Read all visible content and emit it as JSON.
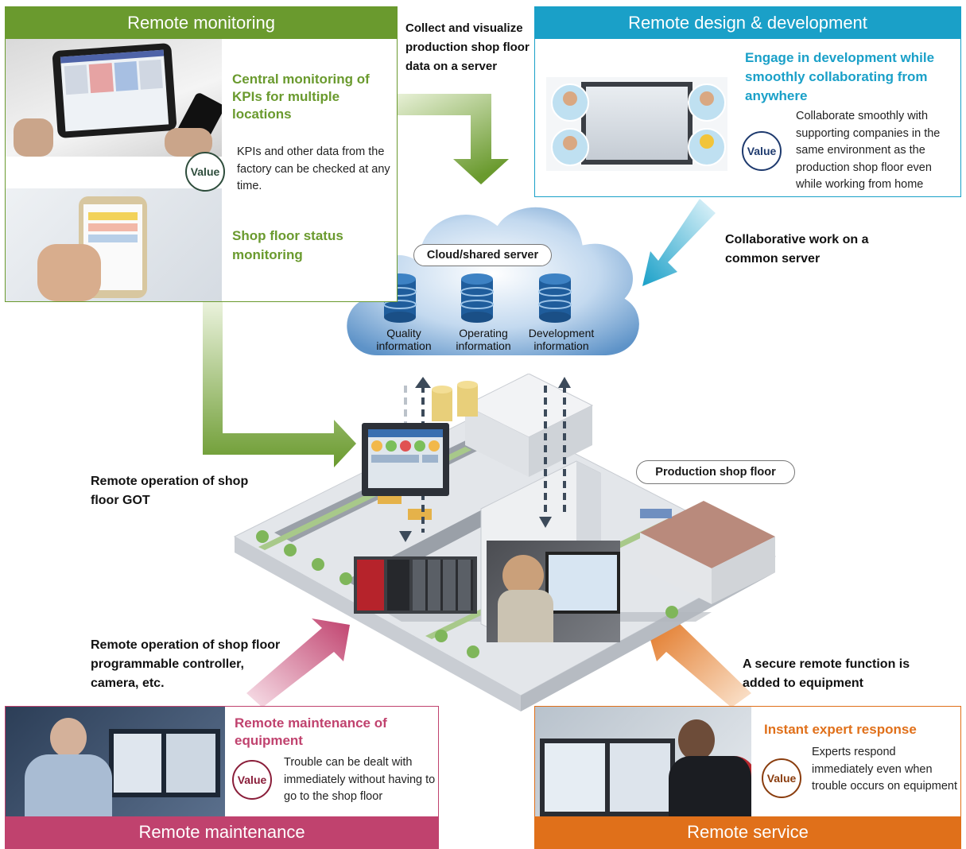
{
  "remote_monitoring": {
    "title": "Remote monitoring",
    "heading1": "Central monitoring of KPIs for multiple locations",
    "value_badge": "Value",
    "value_text": "KPIs and other data from the factory can be checked at any time.",
    "heading2": "Shop floor status monitoring",
    "color": "#6a9a2e"
  },
  "remote_design": {
    "title": "Remote design & development",
    "heading": "Engage in development while smoothly collaborating from anywhere",
    "value_badge": "Value",
    "value_text": "Collaborate smoothly with supporting companies in the same environment as the production shop floor even while working from home",
    "color": "#1aa0c8"
  },
  "remote_maintenance": {
    "title": "Remote maintenance",
    "heading": "Remote maintenance of equipment",
    "value_badge": "Value",
    "value_text": "Trouble can be dealt with immediately without having to go to the shop floor",
    "color": "#c0426e"
  },
  "remote_service": {
    "title": "Remote service",
    "heading": "Instant expert response",
    "value_badge": "Value",
    "value_text": "Experts respond immediately even when trouble occurs on equipment",
    "color": "#e0701a"
  },
  "labels": {
    "collect": "Collect and visualize production shop floor data on a server",
    "collaborative": "Collaborative work on a common server",
    "got": "Remote operation of shop floor GOT",
    "plc": "Remote operation of shop floor programmable controller, camera, etc.",
    "secure": "A secure remote function is added to equipment"
  },
  "cloud": {
    "title": "Cloud/shared server",
    "databases": [
      {
        "label": "Quality information"
      },
      {
        "label": "Operating information"
      },
      {
        "label": "Development information"
      }
    ]
  },
  "shop_floor": {
    "label": "Production shop floor"
  }
}
